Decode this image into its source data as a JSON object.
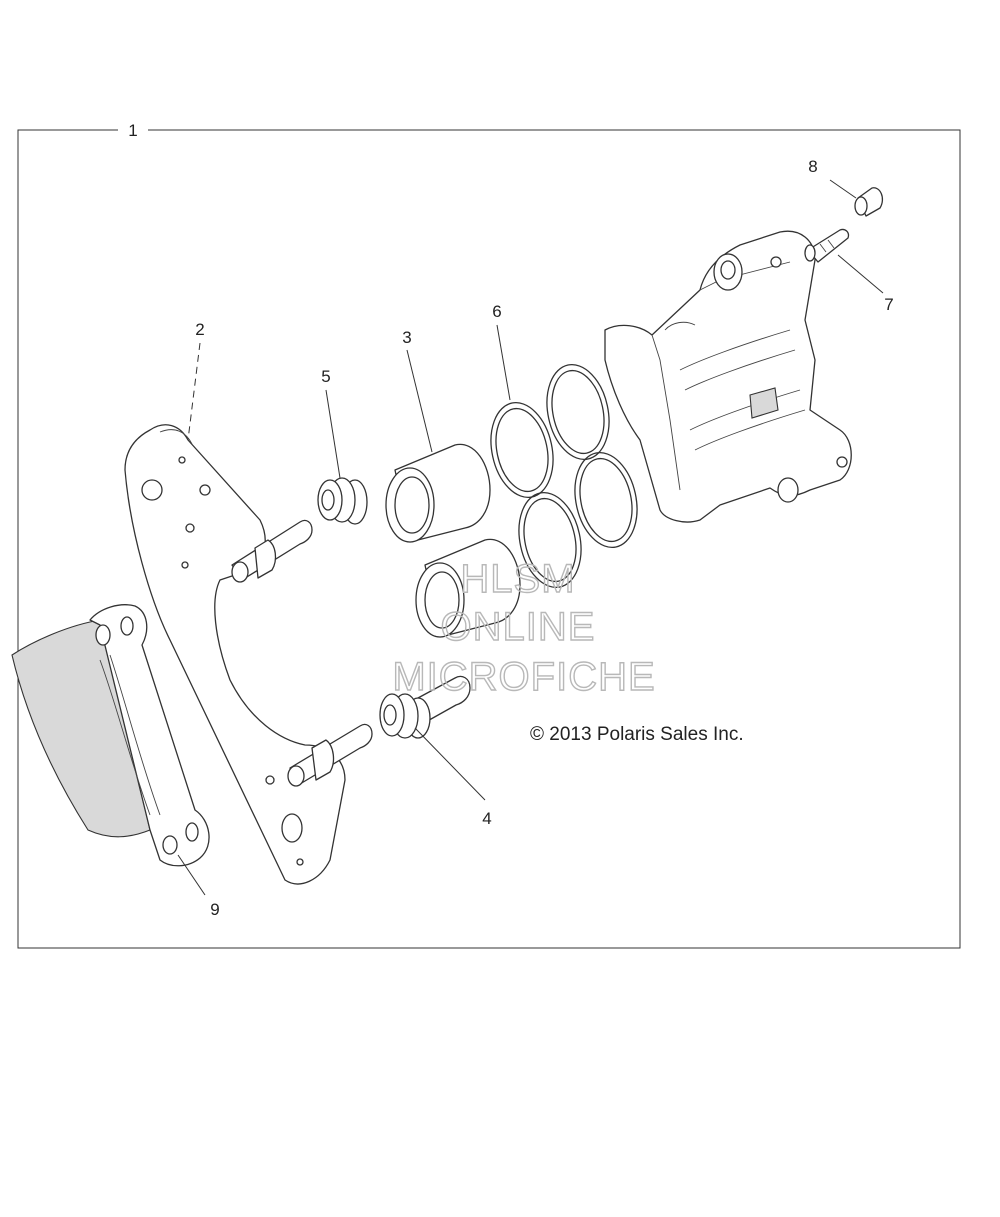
{
  "callouts": {
    "c1": "1",
    "c2": "2",
    "c3": "3",
    "c4": "4",
    "c5": "5",
    "c6": "6",
    "c7": "7",
    "c8": "8",
    "c9": "9"
  },
  "copyright": "© 2013 Polaris Sales Inc.",
  "watermark": {
    "line1": "HLSM",
    "line2": "ONLINE",
    "line3": "MICROFICHE"
  }
}
